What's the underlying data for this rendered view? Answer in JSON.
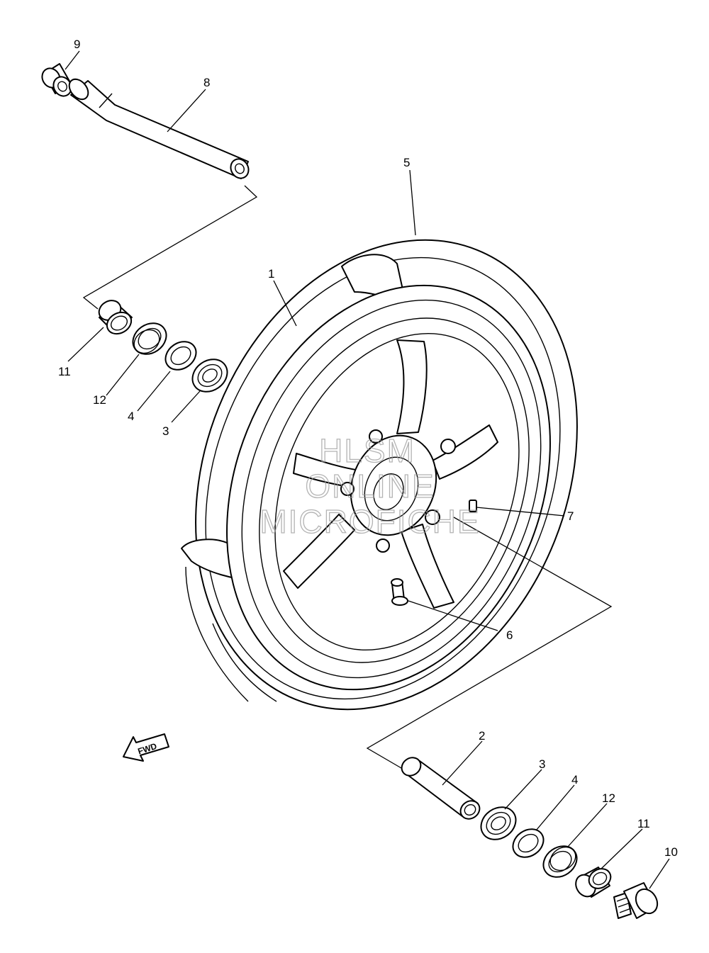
{
  "callouts": {
    "c1": "1",
    "c2": "2",
    "c3_top": "3",
    "c3_bottom": "3",
    "c4_top": "4",
    "c4_bottom": "4",
    "c5": "5",
    "c6": "6",
    "c7": "7",
    "c8": "8",
    "c9": "9",
    "c10": "10",
    "c11_top": "11",
    "c11_bottom": "11",
    "c12_top": "12",
    "c12_bottom": "12"
  },
  "direction_arrow": {
    "label": "FWD",
    "icon": "forward-arrow-icon"
  },
  "watermark": {
    "line1": "HLSM",
    "line2": "ONLINE",
    "line3": "MICROFICHE"
  }
}
